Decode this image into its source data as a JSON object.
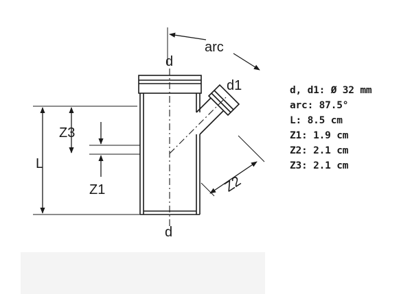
{
  "diagram": {
    "labels": {
      "arc": "arc",
      "d1": "d1",
      "d_top": "d",
      "d_bottom": "d",
      "z1": "Z1",
      "z2": "Z2",
      "z3": "Z3",
      "l": "L"
    }
  },
  "specs": [
    "d, d1: Ø 32 mm",
    "arc: 87.5°",
    "L: 8.5 cm",
    "Z1: 1.9 cm",
    "Z2: 2.1 cm",
    "Z3: 2.1 cm"
  ],
  "colors": {
    "line": "#1a1a1a",
    "background": "#ffffff",
    "shadow": "#f4f4f4"
  }
}
